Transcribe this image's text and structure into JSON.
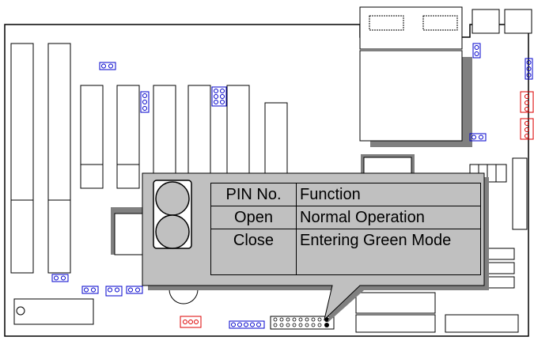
{
  "table": {
    "header": {
      "pin": "PIN No.",
      "function": "Function"
    },
    "rows": [
      {
        "pin": "Open",
        "function": "Normal Operation"
      },
      {
        "pin": "Close",
        "function": "Entering Green Mode"
      }
    ]
  },
  "colors": {
    "board_line": "#000000",
    "connector_blue": "#0000cc",
    "connector_red": "#dd0000",
    "callout_fill": "#c0c0c0",
    "shadow": "#808080"
  }
}
